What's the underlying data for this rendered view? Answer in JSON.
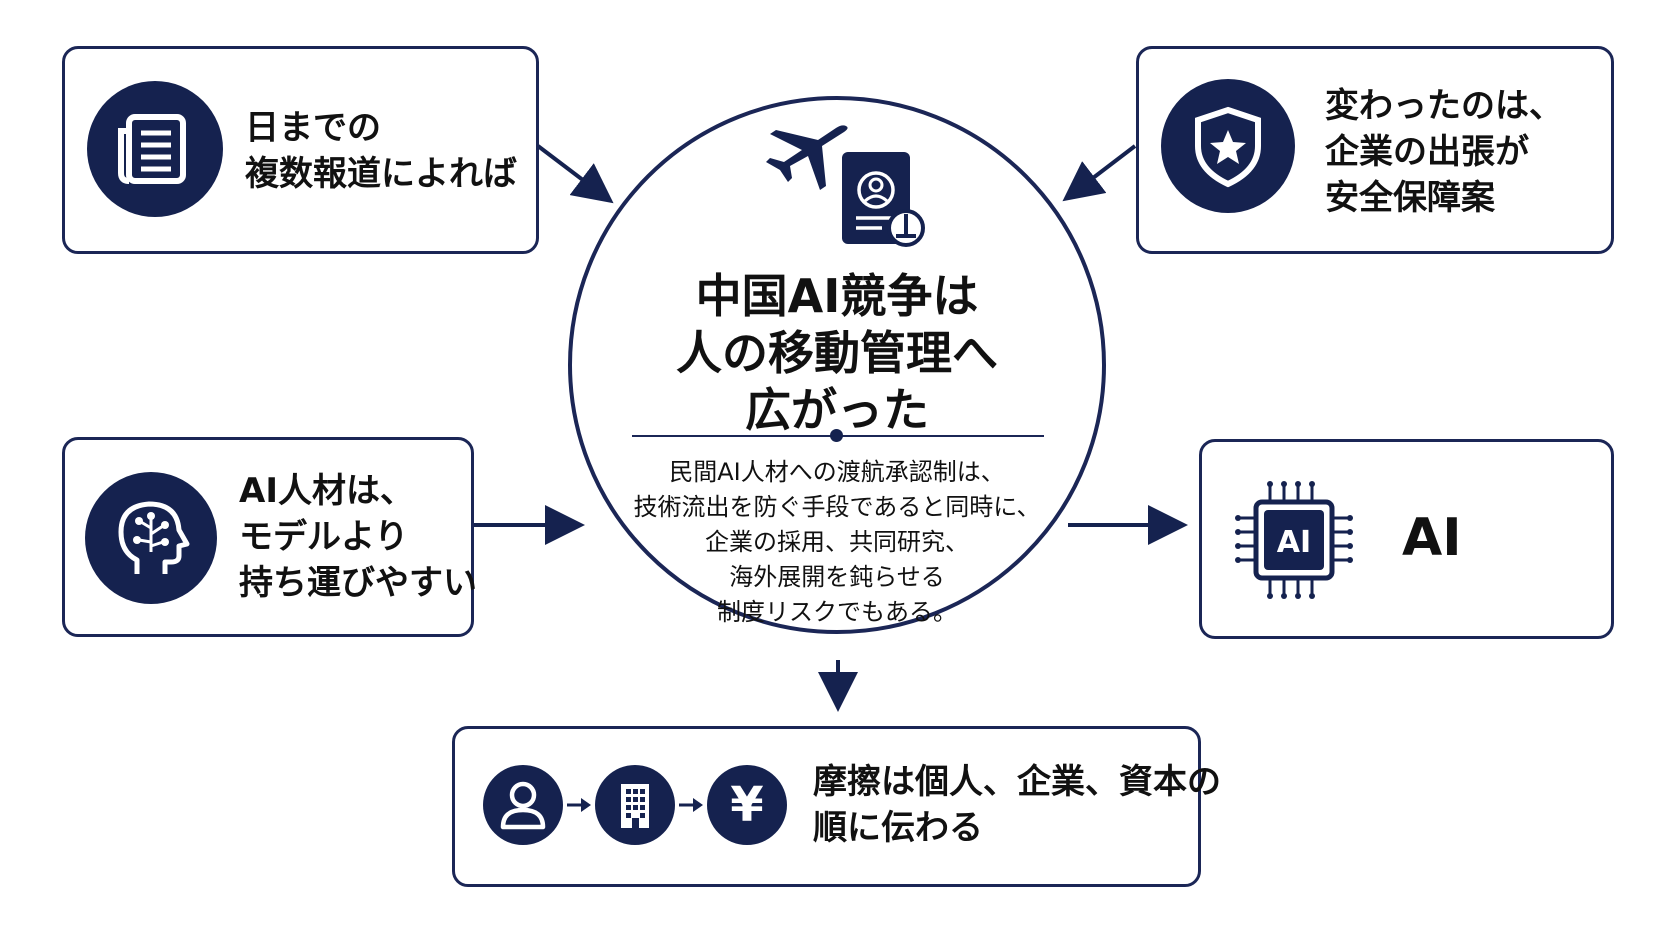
{
  "center": {
    "title_lines": [
      "中国AI競争は",
      "人の移動管理へ",
      "広がった"
    ],
    "body_lines": [
      "民間AI人材への渡航承認制は、",
      "技術流出を防ぐ手段であると同時に、",
      "企業の採用、共同研究、",
      "海外展開を鈍らせる",
      "制度リスクでもある。"
    ]
  },
  "top_left": {
    "icon": "newspaper-icon",
    "lines": [
      "日までの",
      "複数報道によれば"
    ]
  },
  "top_right": {
    "icon": "shield-star-icon",
    "lines": [
      "変わったのは、",
      "企業の出張が",
      "安全保障案"
    ]
  },
  "middle_left": {
    "icon": "ai-brain-head-icon",
    "lines": [
      "AI人材は、",
      "モデルより",
      "持ち運びやすい"
    ]
  },
  "middle_right": {
    "icon": "ai-chip-icon",
    "chip_label": "AI",
    "label": "AI"
  },
  "bottom": {
    "icons": [
      "person-icon",
      "building-icon",
      "yen-icon"
    ],
    "yen_symbol": "¥",
    "lines": [
      "摩擦は個人、企業、資本の",
      "順に伝わる"
    ]
  },
  "colors": {
    "navy": "#15224f",
    "border": "#1b2656",
    "text": "#111111"
  }
}
